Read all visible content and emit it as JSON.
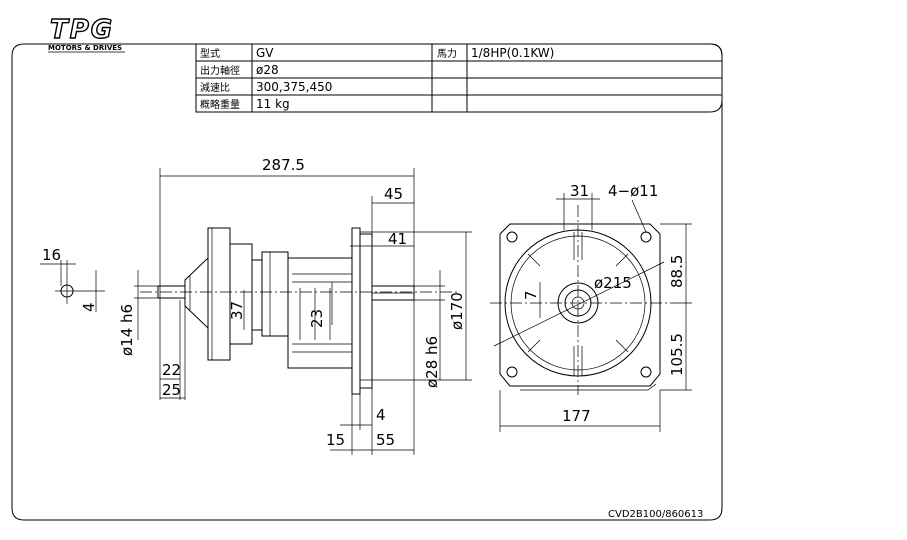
{
  "logo": {
    "text": "TPG",
    "tagline": "MOTORS & DRIVES"
  },
  "spec_table": {
    "rows": [
      {
        "label": "型式",
        "value": "GV"
      },
      {
        "label": "出力軸徑",
        "value": "ø28"
      },
      {
        "label": "減速比",
        "value": "300,375,450"
      },
      {
        "label": "概略重量",
        "value": "11 kg"
      }
    ],
    "power_label": "馬力",
    "power_value": "1/8HP(0.1KW)"
  },
  "side_view": {
    "dims": {
      "overall_length": "287.5",
      "d45": "45",
      "d41": "41",
      "d16": "16",
      "d4_key": "4",
      "shaft_dia": "ø14 h6",
      "d37": "37",
      "d23": "23",
      "out_shaft": "ø28 h6",
      "flange": "ø170",
      "d22": "22",
      "d25": "25",
      "d4_bottom": "4",
      "d15": "15",
      "d55": "55"
    }
  },
  "front_view": {
    "dims": {
      "d31": "31",
      "holes": "4−ø11",
      "d7": "7",
      "pcd": "ø215",
      "d88": "88.5",
      "d105": "105.5",
      "width": "177"
    }
  },
  "drawing_number": "CVD2B100/860613"
}
